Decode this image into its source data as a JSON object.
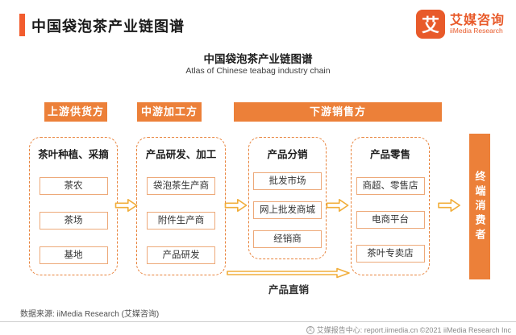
{
  "page": {
    "title": "中国袋泡茶产业链图谱",
    "logo": {
      "glyph": "艾",
      "brand_cn": "艾媒咨询",
      "brand_en": "iiMedia Research"
    }
  },
  "figure": {
    "title": "中国袋泡茶产业链图谱",
    "subtitle": "Atlas of Chinese teabag industry chain",
    "stages": [
      {
        "label": "上游供货方"
      },
      {
        "label": "中游加工方"
      },
      {
        "label": "下游销售方"
      }
    ],
    "columns": [
      {
        "header": "茶叶种植、采摘",
        "items": [
          "茶农",
          "茶场",
          "基地"
        ]
      },
      {
        "header": "产品研发、加工",
        "items": [
          "袋泡茶生产商",
          "附件生产商",
          "产品研发"
        ]
      },
      {
        "header": "产品分销",
        "items": [
          "批发市场",
          "网上批发商城",
          "经销商"
        ]
      },
      {
        "header": "产品零售",
        "items": [
          "商超、零售店",
          "电商平台",
          "茶叶专卖店"
        ]
      }
    ],
    "consumer_label": "终端消费者",
    "direct_sales_label": "产品直销",
    "flow_arrow_icons": [
      "flow-arrow",
      "flow-arrow",
      "flow-arrow",
      "flow-arrow"
    ]
  },
  "colors": {
    "accent_orange": "#ec8039",
    "brand_orange_red": "#e85a2a",
    "dashed_border": "#e8823a",
    "box_border": "#eda979",
    "arrow_stroke": "#f1ae3b",
    "footer_gray": "#8a8a8a"
  },
  "source_note": "数据来源: iiMedia Research (艾媒咨询)",
  "footer": {
    "logo_glyph": "艾",
    "text": "艾媒报告中心: report.iimedia.cn  ©2021 iiMedia Research Inc"
  }
}
